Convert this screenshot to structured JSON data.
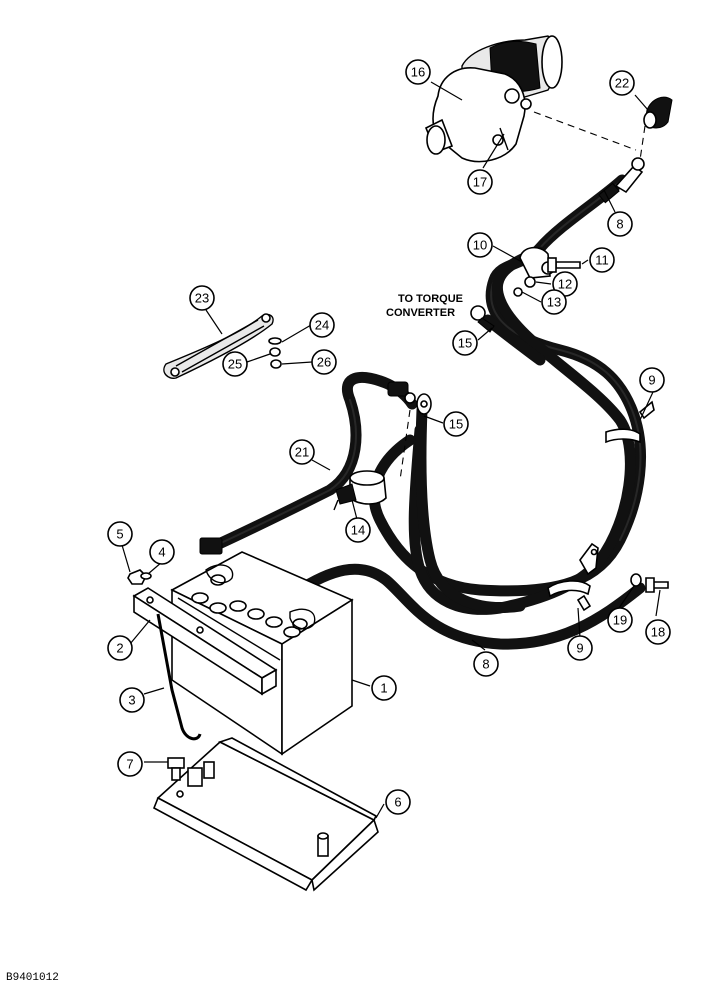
{
  "note": {
    "line1": "TO TORQUE",
    "line2": "CONVERTER"
  },
  "figure_code": "B9401012",
  "callouts": [
    "16",
    "22",
    "17",
    "8",
    "10",
    "11",
    "12",
    "13",
    "15",
    "23",
    "24",
    "25",
    "26",
    "9",
    "21",
    "15",
    "14",
    "5",
    "4",
    "2",
    "1",
    "3",
    "7",
    "6",
    "8",
    "9",
    "19",
    "18"
  ]
}
